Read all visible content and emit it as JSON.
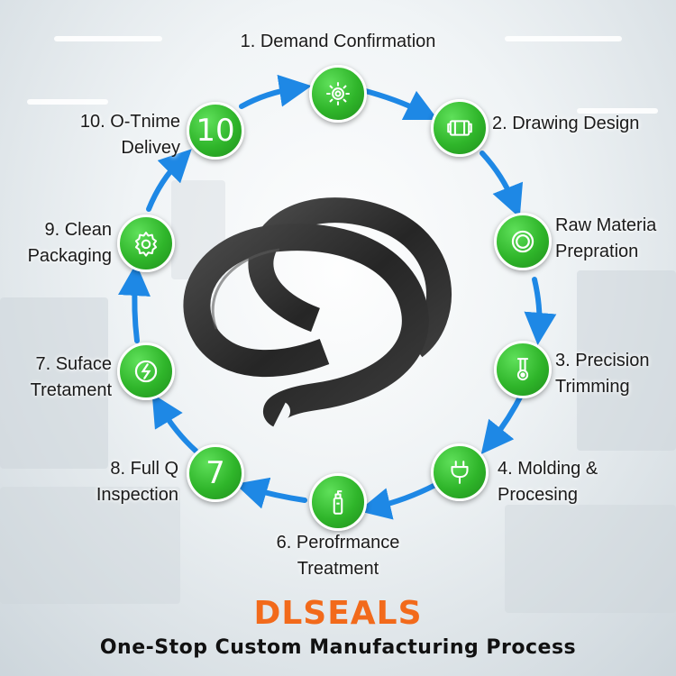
{
  "steps": [
    {
      "label_lines": [
        "1. Demand Confirmation"
      ],
      "icon": "gear-icon"
    },
    {
      "label_lines": [
        "2. Drawing Design"
      ],
      "icon": "drawing-roll-icon"
    },
    {
      "label_lines": [
        "Raw Materia",
        "Prepration"
      ],
      "icon": "ring-icon"
    },
    {
      "label_lines": [
        "3. Precision",
        "Trimming"
      ],
      "icon": "flask-icon"
    },
    {
      "label_lines": [
        "4. Molding &",
        "Procesing"
      ],
      "icon": "plug-icon"
    },
    {
      "label_lines": [
        "6. Perofrmance",
        "Treatment"
      ],
      "icon": "spray-bottle-icon"
    },
    {
      "label_lines": [
        "8. Full Q",
        "Inspection"
      ],
      "icon": "seven-glyph",
      "glyph": "7"
    },
    {
      "label_lines": [
        "7. Suface",
        "Tretament"
      ],
      "icon": "swirl-icon"
    },
    {
      "label_lines": [
        "9. Clean",
        "Packaging"
      ],
      "icon": "gear-outline-icon"
    },
    {
      "label_lines": [
        "10. O-Tnime",
        "Delivey"
      ],
      "icon": "ten-glyph",
      "glyph": "10"
    }
  ],
  "brand": "DLSEALS",
  "tagline": "One-Stop Custom Manufacturing Process",
  "colors": {
    "step_green": "#2fb52a",
    "arrow_blue": "#1e88e5",
    "brand_orange": "#f26a1b",
    "ring_dark": "#2b2b2b"
  }
}
